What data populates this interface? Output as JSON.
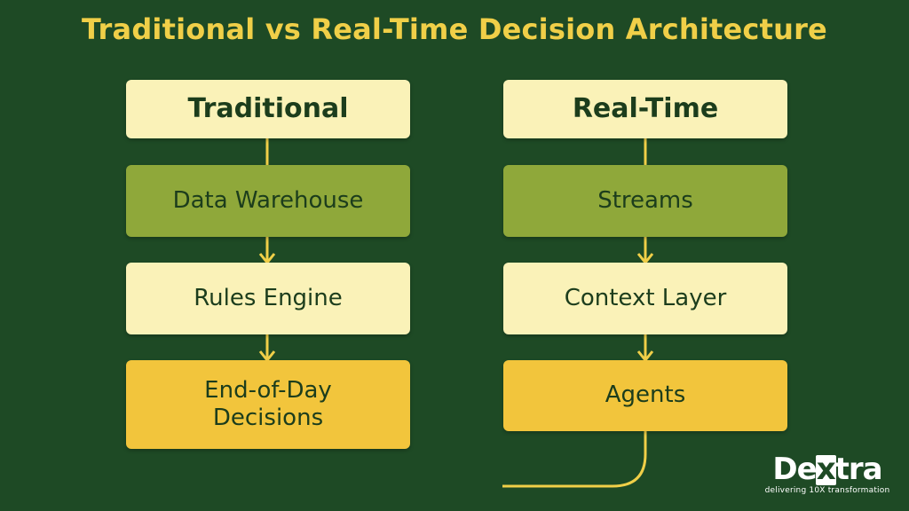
{
  "title": "Traditional vs Real-Time Decision Architecture",
  "colors": {
    "background": "#1e4a25",
    "title": "#f0cf48",
    "header_box": "#faf2b8",
    "stage_green": "#8fa83a",
    "stage_light": "#faf2b8",
    "stage_yellow": "#f2c53c",
    "connector": "#f0cf48",
    "text": "#1c3d1c"
  },
  "columns": [
    {
      "header": "Traditional",
      "steps": [
        "Data Warehouse",
        "Rules Engine",
        "End-of-Day Decisions"
      ]
    },
    {
      "header": "Real-Time",
      "steps": [
        "Streams",
        "Context Layer",
        "Agents"
      ]
    }
  ],
  "logo": {
    "pre": "De",
    "x": "x",
    "post": "tra",
    "tagline": "delivering 10X transformation"
  }
}
